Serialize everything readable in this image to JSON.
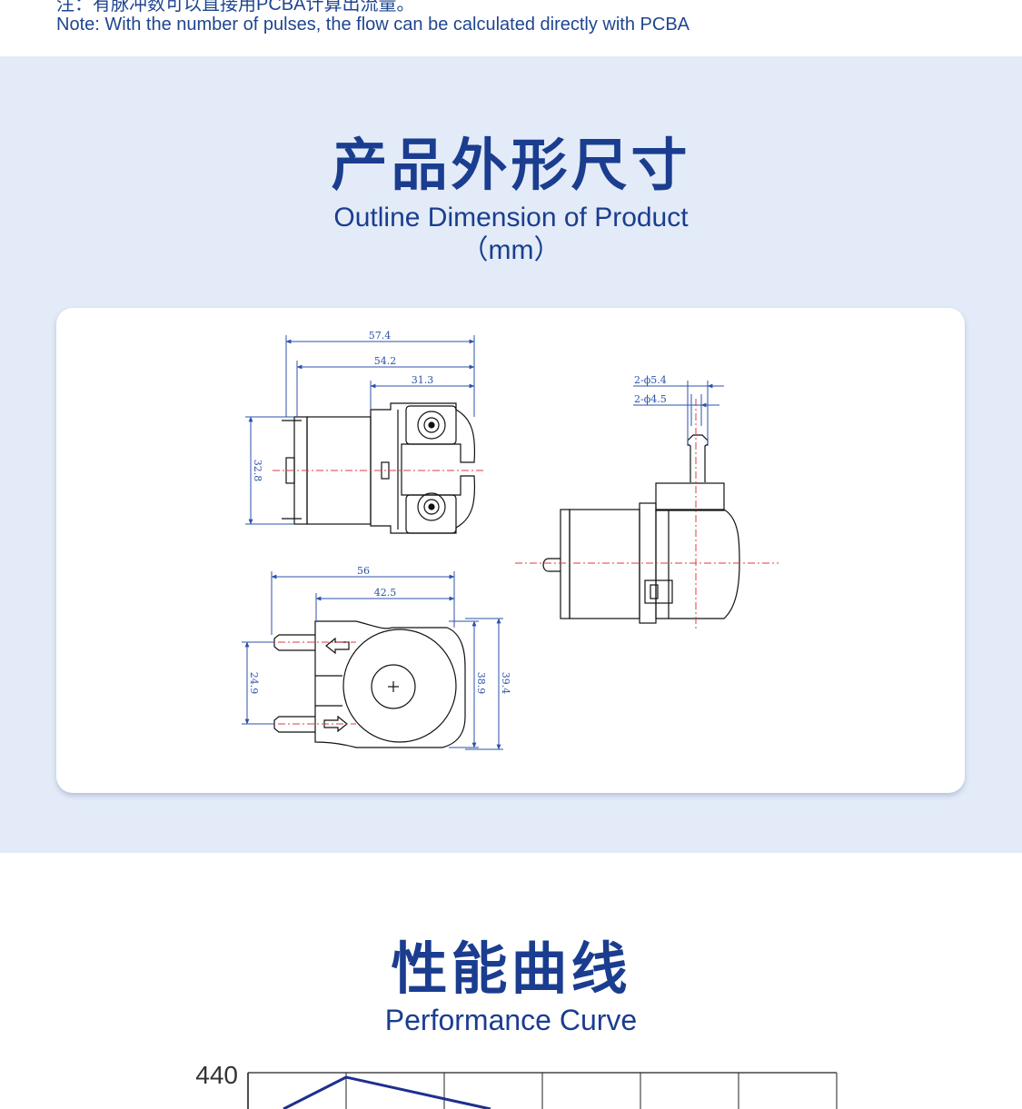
{
  "note": {
    "zh": "注：有脉冲数可以直接用PCBA计算出流量。",
    "en": "Note: With the number of pulses, the flow can be calculated directly with PCBA"
  },
  "outline": {
    "title_zh": "产品外形尺寸",
    "title_en": "Outline Dimension of Product",
    "unit": "（mm）"
  },
  "dimensions": {
    "side_view": {
      "width_total": "57.4",
      "width_body": "54.2",
      "width_head": "31.3",
      "height": "32.8"
    },
    "end_view": {
      "hole_outer": "2-ϕ5.4",
      "hole_inner": "2-ϕ4.5"
    },
    "front_view": {
      "width_total": "56",
      "width_head": "42.5",
      "port_pitch": "24.9",
      "height_body": "38.9",
      "height_total": "39.4"
    }
  },
  "performance": {
    "title_zh": "性能曲线",
    "title_en": "Performance Curve"
  },
  "chart_data": {
    "type": "line",
    "y_tick_labels": [
      "440"
    ],
    "ylim_top": 440,
    "grid": true,
    "series": [
      {
        "values": [
          null,
          440,
          null
        ]
      }
    ]
  },
  "colors": {
    "brand_blue": "#1b3d8f",
    "band_bg": "#e2ebf7",
    "dim_blue": "#2c52a8",
    "centerline_red": "#e23b3b"
  }
}
